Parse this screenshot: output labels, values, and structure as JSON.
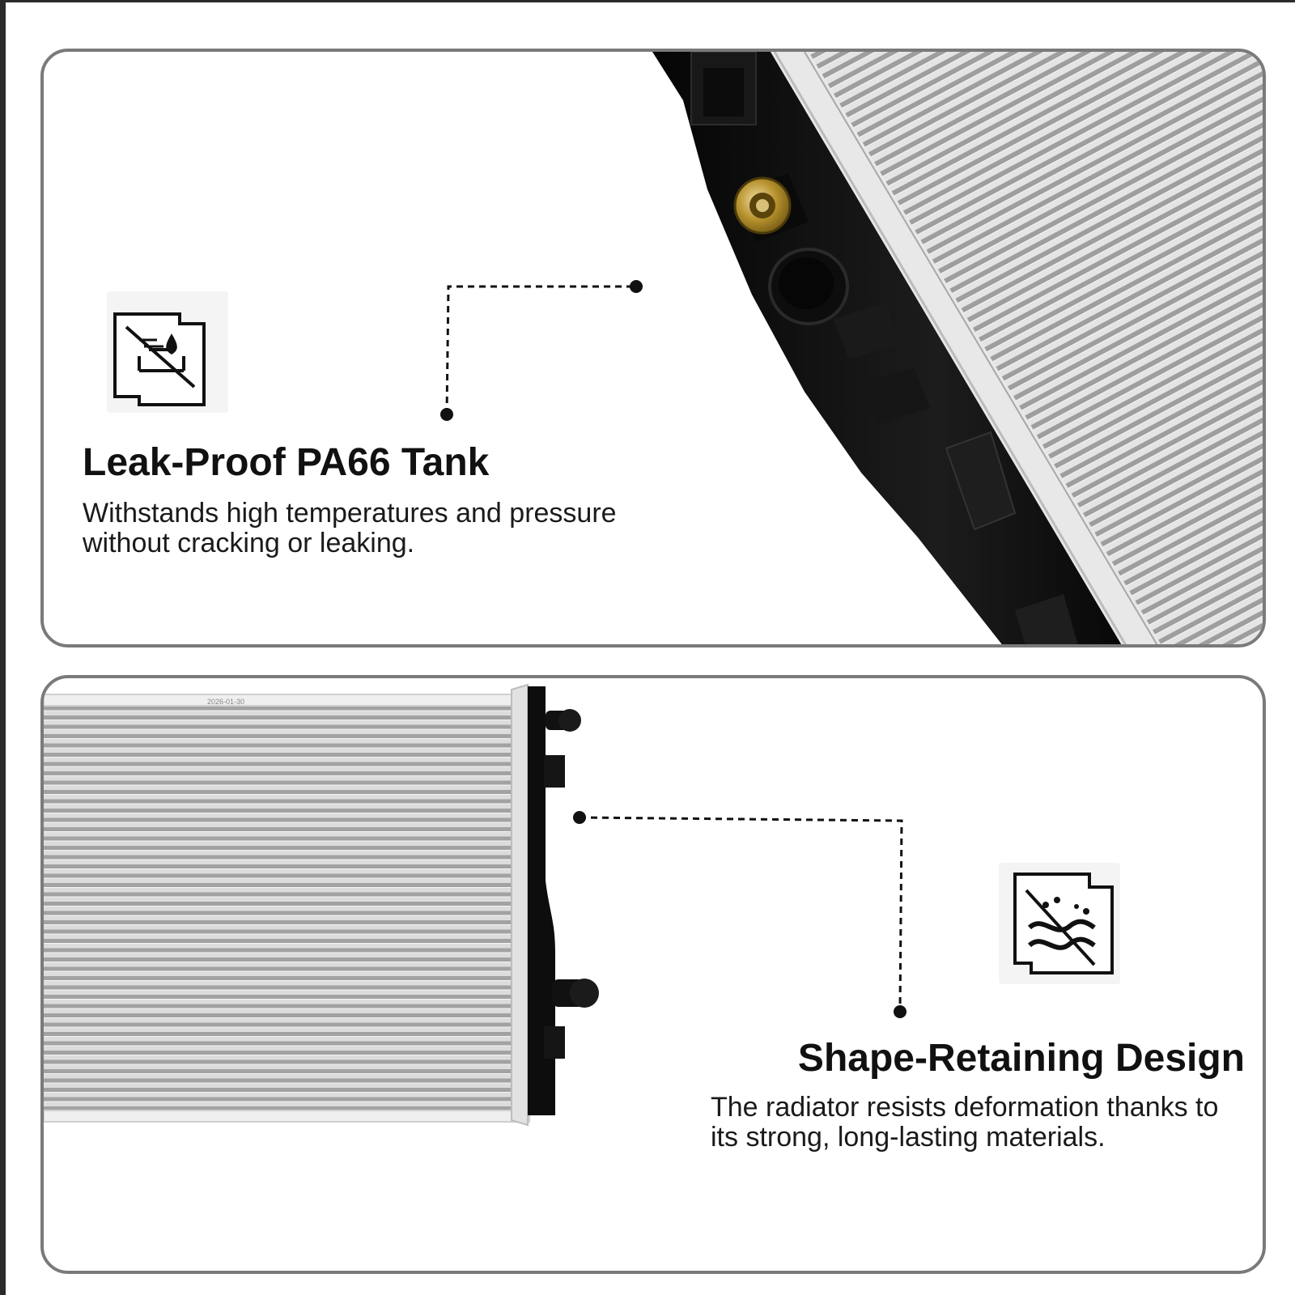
{
  "features": [
    {
      "title": "Leak-Proof PA66 Tank",
      "description": "Withstands high temperatures and pressure without cracking or leaking.",
      "icon": "leak-proof-icon"
    },
    {
      "title": "Shape-Retaining Design",
      "description": "The radiator resists deformation thanks to its strong, long-lasting materials.",
      "icon": "anti-deformation-icon"
    }
  ],
  "product": {
    "date_stamp": "2026-01-30"
  },
  "colors": {
    "border": "#7a7a7a",
    "tank": "#111111",
    "fin": "#c8c8c8",
    "fitting": "#b8932e"
  }
}
